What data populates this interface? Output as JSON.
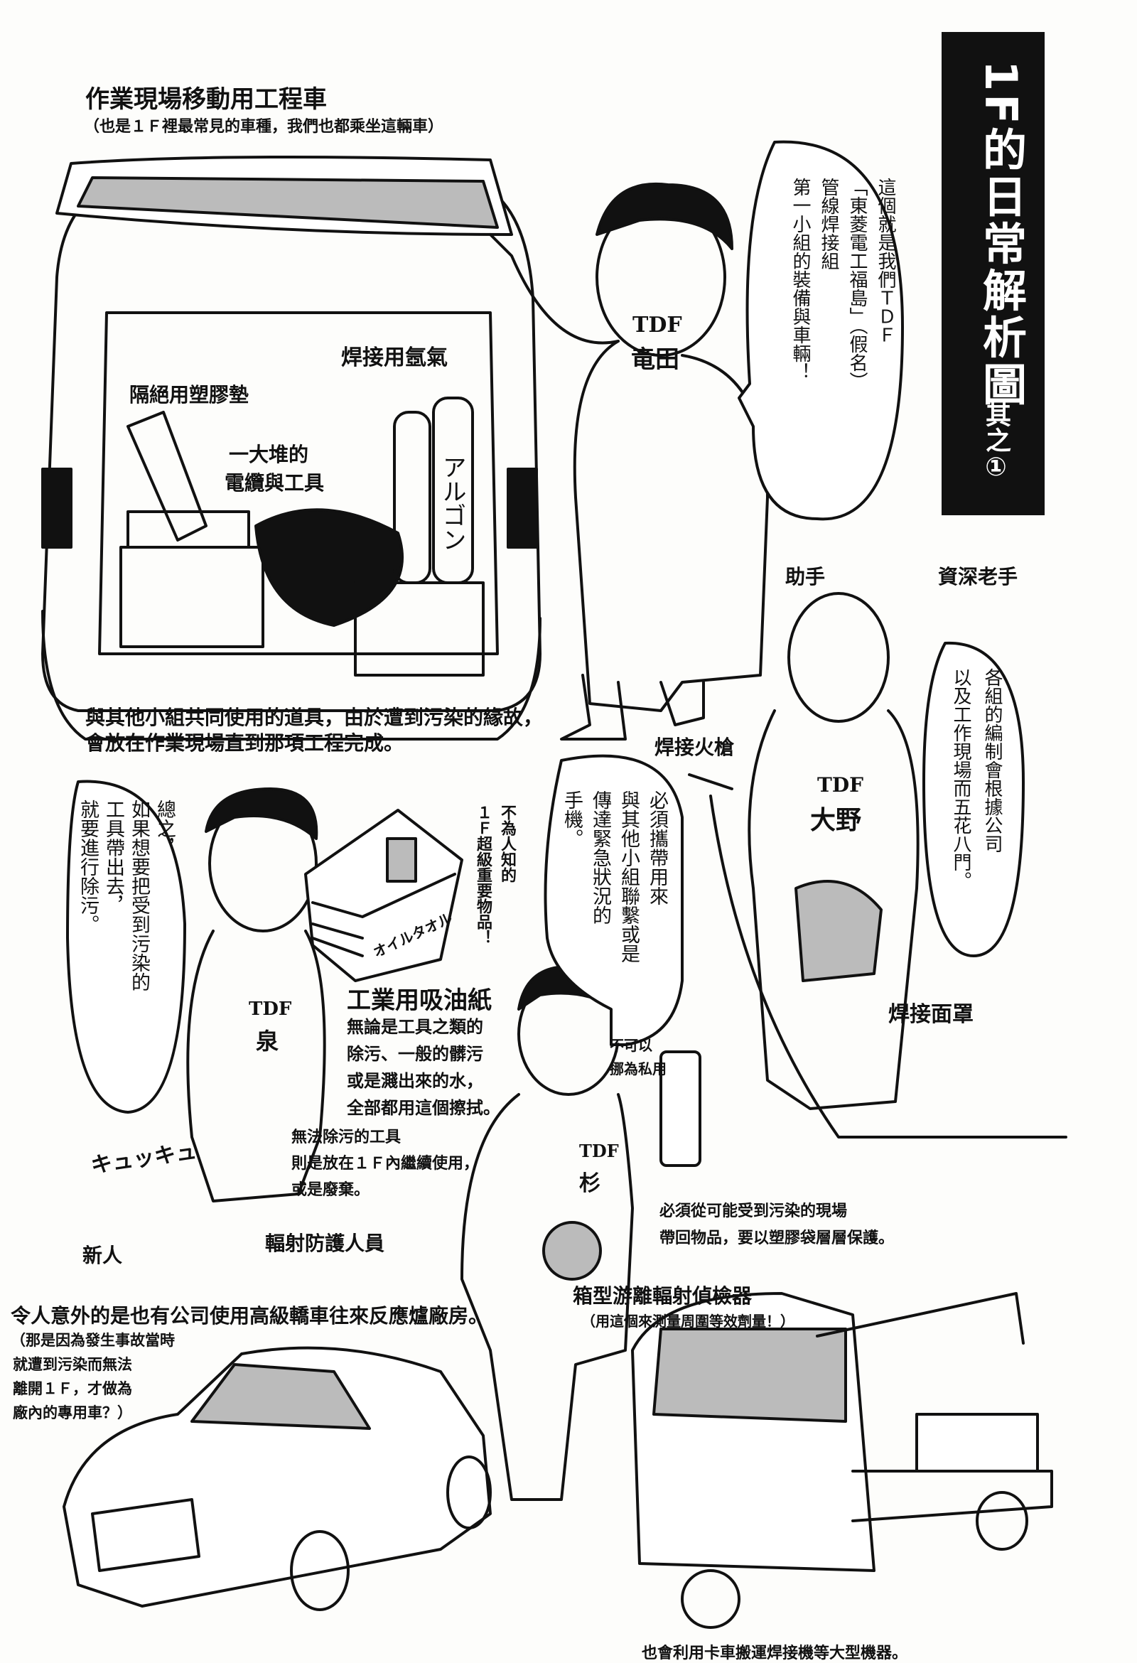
{
  "title": {
    "main": "1F的日常解析圖",
    "sub": "其之①"
  },
  "van": {
    "heading": "作業現場移動用工程車",
    "subheading": "（也是１Ｆ裡最常見的車種，我們也都乘坐這輛車）",
    "labels": {
      "argon": "焊接用氬氣",
      "mat": "隔絕用塑膠墊",
      "cables_line1": "一大堆的",
      "cables_line2": "電纜與工具",
      "tank_lettering": "アルゴン"
    },
    "shared_tools_line1": "與其他小組共同使用的道具，由於遭到污染的緣故，",
    "shared_tools_line2": "會放在作業現場直到那項工程完成。"
  },
  "bubbles": {
    "intro": [
      "這個就是我們ＴＤＦ",
      "「東菱電工福島」（假名）",
      "管線焊接組",
      "第一小組的裝備與車輛！"
    ],
    "teams": [
      "各組的編制會根據公司",
      "以及工作現場而五花八門。"
    ],
    "phone": [
      "必須攜帶用來",
      "與其他小組聯繫或是",
      "傳達緊急狀況的",
      "手機。"
    ],
    "decon": [
      "總之，",
      "如果想要把受到污染的",
      "工具帶出去，",
      "就要進行除污。"
    ]
  },
  "characters": {
    "assistant": {
      "role": "助手",
      "badge": "TDF",
      "name": "竜田"
    },
    "veteran": {
      "role": "資深老手",
      "badge": "TDF",
      "name": "大野"
    },
    "newbie": {
      "role": "新人",
      "badge": "TDF",
      "name": "泉"
    },
    "radiation": {
      "role": "輻射防護人員",
      "badge": "TDF",
      "name": "杉"
    }
  },
  "labels": {
    "torch": "焊接火槍",
    "mask": "焊接面罩",
    "secret": [
      "不為人知的",
      "１Ｆ超級重要物品！"
    ],
    "oil_paper_title": "工業用吸油紙",
    "oil_paper_desc": [
      "無論是工具之類的",
      "除污、一般的髒污",
      "或是濺出來的水，",
      "全部都用這個擦拭。"
    ],
    "oil_paper_brand": "オイルタオル",
    "no_private": [
      "不可以",
      "挪為私用"
    ],
    "non_decon": [
      "無法除污的工具",
      "則是放在１Ｆ內繼續使用，",
      "或是廢棄。"
    ],
    "sfx": "キュッキュ",
    "bag": [
      "必須從可能受到污染的現場",
      "帶回物品，要以塑膠袋層層保護。"
    ],
    "detector_title": "箱型游離輻射偵檢器",
    "detector_desc": "（用這個來測量周圍等效劑量！）"
  },
  "sedan": {
    "caption": "令人意外的是也有公司使用高級轎車往來反應爐廠房。",
    "note": [
      "（那是因為發生事故當時",
      "就遭到污染而無法",
      "離開１Ｆ，才做為",
      "廠內的專用車？）"
    ]
  },
  "truck": {
    "caption": "也會利用卡車搬運焊接機等大型機器。"
  }
}
